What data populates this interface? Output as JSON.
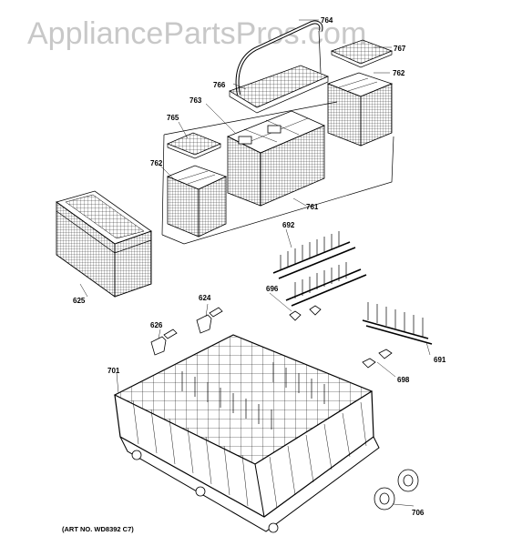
{
  "watermark": "AppliancePartsPros.com",
  "art_number": "(ART NO. WD8392 C7)",
  "callouts": {
    "p764": "764",
    "p767": "767",
    "p762a": "762",
    "p766": "766",
    "p763": "763",
    "p765": "765",
    "p762b": "762",
    "p761": "761",
    "p625": "625",
    "p692": "692",
    "p696": "696",
    "p624": "624",
    "p626": "626",
    "p701": "701",
    "p691": "691",
    "p698": "698",
    "p706": "706"
  }
}
